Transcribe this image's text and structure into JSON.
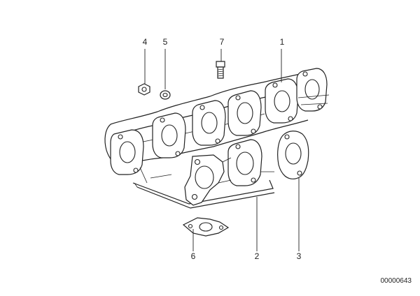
{
  "callouts": [
    {
      "id": "1",
      "label": "1"
    },
    {
      "id": "2",
      "label": "2"
    },
    {
      "id": "3",
      "label": "3"
    },
    {
      "id": "4",
      "label": "4"
    },
    {
      "id": "5",
      "label": "5"
    },
    {
      "id": "6",
      "label": "6"
    },
    {
      "id": "7",
      "label": "7"
    }
  ],
  "reference_number": "00000643"
}
